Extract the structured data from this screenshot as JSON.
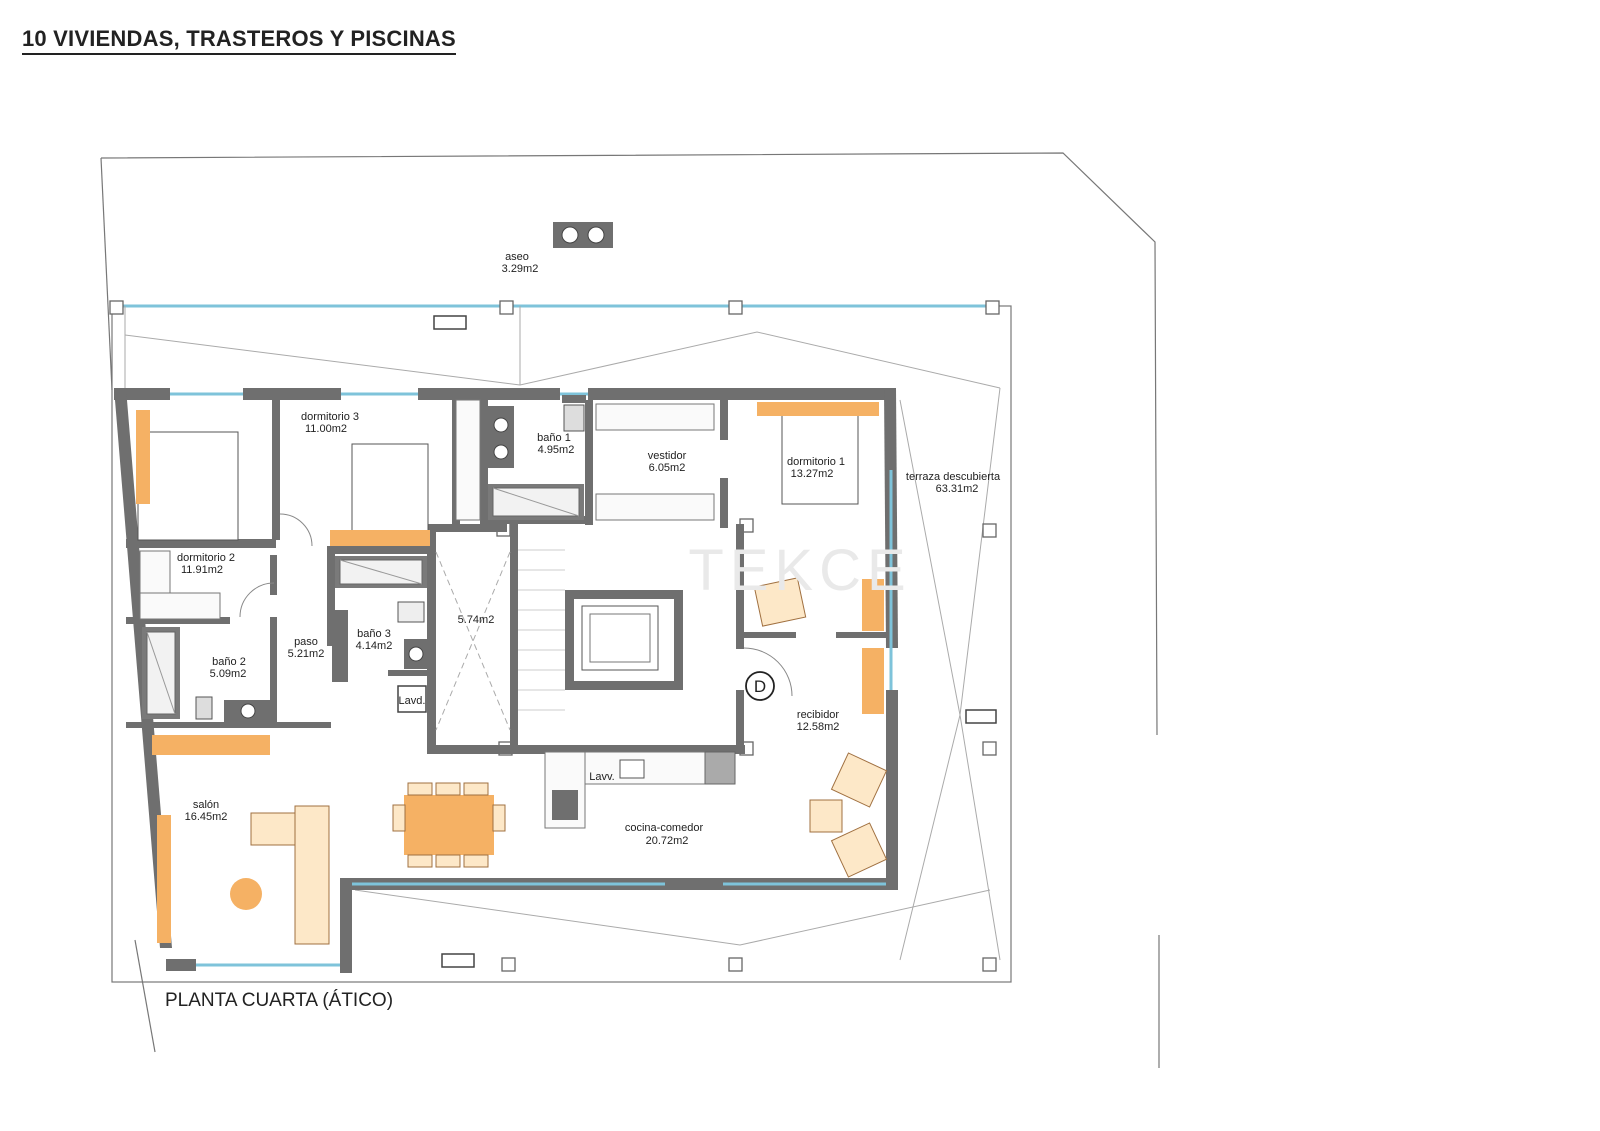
{
  "header": {
    "title": "10 VIVIENDAS, TRASTEROS Y PISCINAS"
  },
  "plan": {
    "caption": "PLANTA CUARTA (ÁTICO)",
    "watermark": "TEKCE",
    "rooms": [
      {
        "name": "aseo",
        "area": "3.29m2"
      },
      {
        "name": "dormitorio 3",
        "area": "11.00m2"
      },
      {
        "name": "baño 1",
        "area": "4.95m2"
      },
      {
        "name": "vestidor",
        "area": "6.05m2"
      },
      {
        "name": "dormitorio 1",
        "area": "13.27m2"
      },
      {
        "name": "terraza descubierta",
        "area": "63.31m2"
      },
      {
        "name": "dormitorio 2",
        "area": "11.91m2"
      },
      {
        "name": "baño 3",
        "area": "4.14m2"
      },
      {
        "name": "paso",
        "area": "5.21m2"
      },
      {
        "name": "baño 2",
        "area": "5.09m2"
      },
      {
        "name": "",
        "area": "5.74m2"
      },
      {
        "name": "recibidor",
        "area": "12.58m2"
      },
      {
        "name": "salón",
        "area": "16.45m2"
      },
      {
        "name": "cocina-comedor",
        "area": "20.72m2"
      }
    ],
    "fixtures": {
      "lavadora": "Lavd.",
      "lavavajillas": "Lavv.",
      "door_mark": "D"
    }
  },
  "colors": {
    "wall": "#6f6f6f",
    "furniture": "#f5b164",
    "furniture_light": "#fde8c8",
    "glass": "#7ec3da",
    "line": "#888888"
  }
}
